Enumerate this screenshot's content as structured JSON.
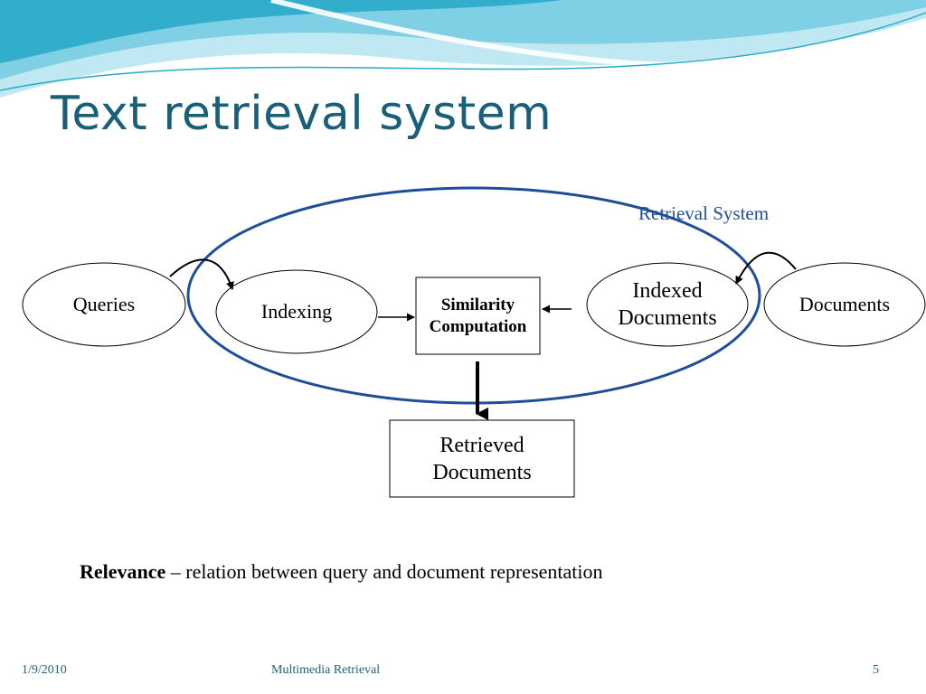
{
  "slide": {
    "title": "Text retrieval system",
    "system_label": "Retrieval System",
    "nodes": {
      "queries": "Queries",
      "indexing": "Indexing",
      "similarity_line1": "Similarity",
      "similarity_line2": "Computation",
      "indexed_line1": "Indexed",
      "indexed_line2": "Documents",
      "documents": "Documents",
      "retrieved_line1": "Retrieved",
      "retrieved_line2": "Documents"
    },
    "relevance": {
      "term": "Relevance",
      "definition": " – relation between query and document representation"
    },
    "footer": {
      "date": "1/9/2010",
      "course": "Multimedia  Retrieval",
      "page": "5"
    }
  },
  "colors": {
    "title": "#1a5f7a",
    "system_outline": "#1f4e99",
    "wave_light": "#bfe8f2",
    "wave_mid": "#7fd0e4",
    "wave_dark": "#2aa9c9"
  }
}
